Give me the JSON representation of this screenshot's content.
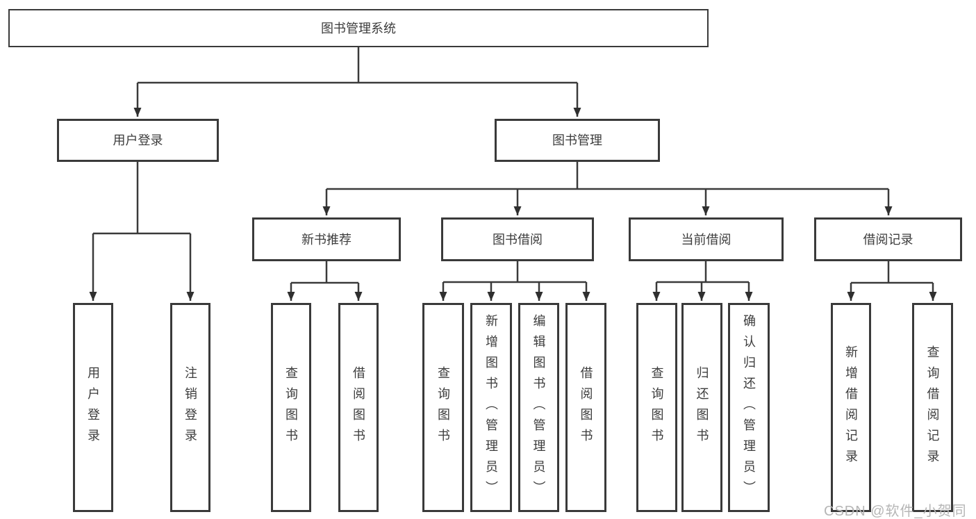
{
  "tree": {
    "root": "图书管理系统",
    "user_login": {
      "label": "用户登录",
      "children": [
        "用户登录",
        "注销登录"
      ]
    },
    "book_management": {
      "label": "图书管理",
      "groups": [
        {
          "label": "新书推荐",
          "children": [
            "查询图书",
            "借阅图书"
          ]
        },
        {
          "label": "图书借阅",
          "children": [
            "查询图书",
            "新增图书（管理员）",
            "编辑图书（管理员）",
            "借阅图书"
          ]
        },
        {
          "label": "当前借阅",
          "children": [
            "查询图书",
            "归还图书",
            "确认归还（管理员）"
          ]
        },
        {
          "label": "借阅记录",
          "children": [
            "新增借阅记录",
            "查询借阅记录"
          ]
        }
      ]
    }
  },
  "watermark": "CSDN @软件_小贺同学",
  "colors": {
    "line": "#3a3a3a",
    "text": "#3c3c3c",
    "watermark": "#b6b6b6",
    "background": "#ffffff"
  }
}
